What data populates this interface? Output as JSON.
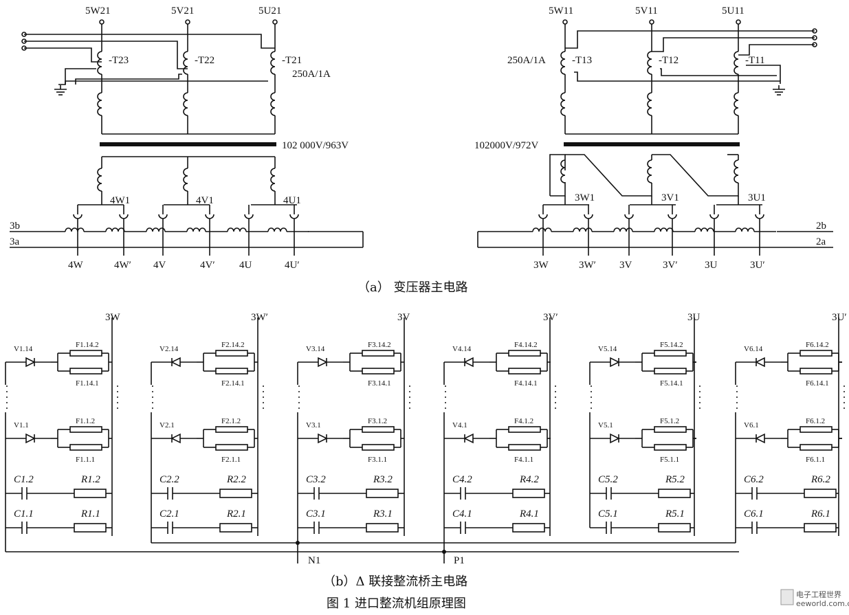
{
  "part_a": {
    "caption": "（a）  变压器主电路",
    "left_transformer": {
      "top_terminals": [
        "5W21",
        "5V21",
        "5U21"
      ],
      "cts": [
        "-T23",
        "-T22",
        "-T21"
      ],
      "ct_ratio": "250A/1A",
      "voltage_rating": "102 000V/963V",
      "secondary_nodes": [
        "4W1",
        "4V1",
        "4U1"
      ],
      "busbars": [
        "3b",
        "3a"
      ],
      "bottom_terminals": [
        "4W",
        "4W′",
        "4V",
        "4V′",
        "4U",
        "4U′"
      ]
    },
    "right_transformer": {
      "top_terminals": [
        "5W11",
        "5V11",
        "5U11"
      ],
      "cts": [
        "-T13",
        "-T12",
        "-T11"
      ],
      "ct_ratio": "250A/1A",
      "voltage_rating": "102000V/972V",
      "secondary_nodes": [
        "3W1",
        "3V1",
        "3U1"
      ],
      "busbars": [
        "2b",
        "2a"
      ],
      "bottom_terminals": [
        "3W",
        "3W′",
        "3V",
        "3V′",
        "3U",
        "3U′"
      ]
    }
  },
  "part_b": {
    "caption": "（b）Δ 联接整流桥主电路",
    "arms": [
      {
        "bus": "3W",
        "v_top": "V1.14",
        "f_top_a": "F1.14.2",
        "f_top_b": "F1.14.1",
        "v_bot": "V1.1",
        "f_bot_a": "F1.1.2",
        "f_bot_b": "F1.1.1",
        "c2": "C1.2",
        "r2": "R1.2",
        "c1": "C1.1",
        "r1": "R1.1"
      },
      {
        "bus": "3W′",
        "v_top": "V2.14",
        "f_top_a": "F2.14.2",
        "f_top_b": "F2.14.1",
        "v_bot": "V2.1",
        "f_bot_a": "F2.1.2",
        "f_bot_b": "F2.1.1",
        "c2": "C2.2",
        "r2": "R2.2",
        "c1": "C2.1",
        "r1": "R2.1"
      },
      {
        "bus": "3V",
        "v_top": "V3.14",
        "f_top_a": "F3.14.2",
        "f_top_b": "F3.14.1",
        "v_bot": "V3.1",
        "f_bot_a": "F3.1.2",
        "f_bot_b": "F3.1.1",
        "c2": "C3.2",
        "r2": "R3.2",
        "c1": "C3.1",
        "r1": "R3.1"
      },
      {
        "bus": "3V′",
        "v_top": "V4.14",
        "f_top_a": "F4.14.2",
        "f_top_b": "F4.14.1",
        "v_bot": "V4.1",
        "f_bot_a": "F4.1.2",
        "f_bot_b": "F4.1.1",
        "c2": "C4.2",
        "r2": "R4.2",
        "c1": "C4.1",
        "r1": "R4.1"
      },
      {
        "bus": "3U",
        "v_top": "V5.14",
        "f_top_a": "F5.14.2",
        "f_top_b": "F5.14.1",
        "v_bot": "V5.1",
        "f_bot_a": "F5.1.2",
        "f_bot_b": "F5.1.1",
        "c2": "C5.2",
        "r2": "R5.2",
        "c1": "C5.1",
        "r1": "R5.1"
      },
      {
        "bus": "3U′",
        "v_top": "V6.14",
        "f_top_a": "F6.14.2",
        "f_top_b": "F6.14.1",
        "v_bot": "V6.1",
        "f_bot_a": "F6.1.2",
        "f_bot_b": "F6.1.1",
        "c2": "C6.2",
        "r2": "R6.2",
        "c1": "C6.1",
        "r1": "R6.1"
      }
    ],
    "node_n": "N1",
    "node_p": "P1"
  },
  "figure_title": "图 1    进口整流机组原理图",
  "watermark": {
    "line1": "电子工程世界",
    "line2": "eeworld.com.cn"
  }
}
